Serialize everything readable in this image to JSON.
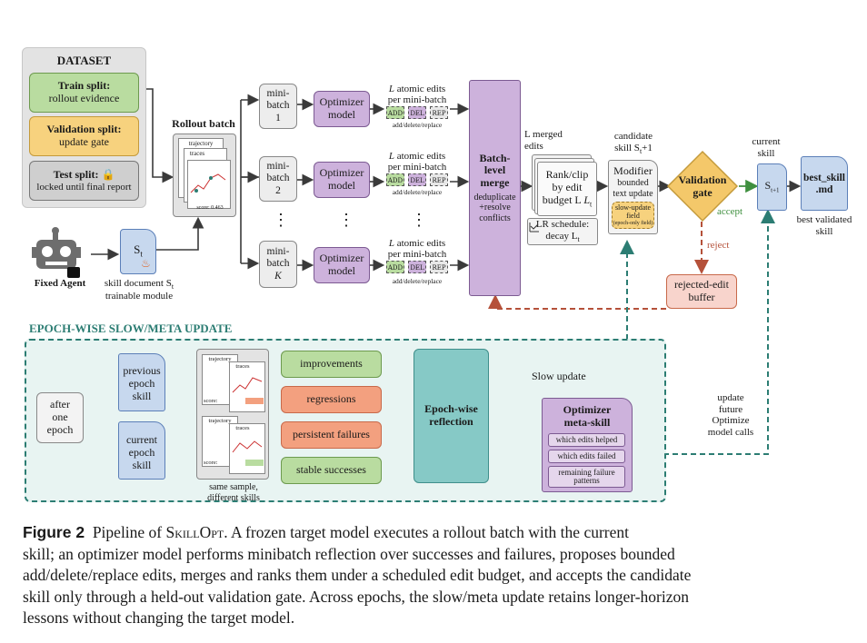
{
  "dataset": {
    "title": "DATASET",
    "train": {
      "title": "Train split:",
      "sub": "rollout evidence"
    },
    "validation": {
      "title": "Validation split:",
      "sub": "update gate"
    },
    "test": {
      "title": "Test split:",
      "sub": "locked until final report"
    }
  },
  "agent": {
    "label": "Fixed Agent"
  },
  "skill_doc": {
    "symbol": "S",
    "sub": "t",
    "caption_1": "skill document S",
    "caption_1_sub": "t",
    "caption_2": "trainable module"
  },
  "rollout": {
    "title": "Rollout batch",
    "trajectory": "trajectory",
    "traces": "traces",
    "score": "score: 0.463"
  },
  "minibatches": [
    {
      "line1": "mini-",
      "line2": "batch",
      "line3": "1"
    },
    {
      "line1": "mini-",
      "line2": "batch",
      "line3": "2"
    },
    {
      "line1": "mini-",
      "line2": "batch",
      "line3": "K"
    }
  ],
  "optimizer_label": "Optimizer model",
  "edits": {
    "line1": "L atomic edits",
    "line1_italic": "L",
    "line1_rest": " atomic edits",
    "line2": "per mini-batch",
    "add": "ADD",
    "del": "DEL",
    "rep": "REP",
    "sub": "add/delete/replace"
  },
  "dots": "⋮",
  "merge": {
    "title1": "Batch-",
    "title2": "level",
    "title3": "merge",
    "sub1": "deduplicate",
    "sub2": "+resolve",
    "sub3": "conflicts"
  },
  "merged_edits": {
    "line1": "L merged",
    "line2": "edits"
  },
  "rank": {
    "line1": "Rank/clip",
    "line2": "by edit",
    "line3": "budget L",
    "line3_sub": "t"
  },
  "lr": {
    "line1": "LR schedule:",
    "line2": "decay L",
    "line2_sub": "t"
  },
  "candidate": {
    "line1": "candidate",
    "line2": "skill S",
    "line2_sub": "t",
    "line2_rest": "+1"
  },
  "modifier": {
    "line1": "Modifier",
    "line2": "bounded",
    "line3": "text update",
    "field1": "slow-update",
    "field2": "field",
    "field3": "(epoch-only field)"
  },
  "gate": {
    "line1": "Validation",
    "line2": "gate",
    "accept": "accept",
    "reject": "reject"
  },
  "current": {
    "line1": "current",
    "line2": "skill",
    "symbol": "S",
    "sub": "t+1"
  },
  "best": {
    "line1": "best_skill",
    "line2": ".md",
    "caption1": "best validated",
    "caption2": "skill"
  },
  "rejected": {
    "line1": "rejected-edit",
    "line2": "buffer"
  },
  "epoch": {
    "title": "EPOCH-WISE SLOW/META UPDATE",
    "after": {
      "line1": "after",
      "line2": "one",
      "line3": "epoch"
    },
    "previous": {
      "line1": "previous",
      "line2": "epoch",
      "line3": "skill"
    },
    "current_epoch": {
      "line1": "current",
      "line2": "epoch",
      "line3": "skill"
    },
    "sample_caption1": "same sample,",
    "sample_caption2": "different skills",
    "score": "score:",
    "improvements": "improvements",
    "regressions": "regressions",
    "persistent": "persistent failures",
    "stable": "stable successes",
    "reflection": {
      "line1": "Epoch-wise",
      "line2": "reflection"
    },
    "slow_update": "Slow update",
    "meta": {
      "title1": "Optimizer",
      "title2": "meta-skill",
      "item1": "which edits helped",
      "item2": "which edits failed",
      "item3a": "remaining failure",
      "item3b": "patterns"
    },
    "update": {
      "line1": "update",
      "line2": "future",
      "line3": "Optimize",
      "line4": "model calls"
    }
  },
  "caption": {
    "label": "Figure 2",
    "text_a": "Pipeline of ",
    "name": "SkillOpt",
    "text_b": ". A frozen target model executes a rollout batch with the current",
    "line2": "skill; an optimizer model performs minibatch reflection over successes and failures, proposes bounded",
    "line3": "add/delete/replace edits, merges and ranks them under a scheduled edit budget, and accepts the candidate",
    "line4": "skill only through a held-out validation gate. Across epochs, the slow/meta update retains longer-horizon",
    "line5": "lessons without changing the target model."
  },
  "colors": {
    "green": "#b9dca0",
    "orange": "#f3a07f",
    "purple": "#cdb2dc",
    "blue": "#c7d8ee",
    "teal": "#86c9c6",
    "dash": "#2c7d73",
    "reject": "#b5513a",
    "accept": "#3f8f3f"
  }
}
